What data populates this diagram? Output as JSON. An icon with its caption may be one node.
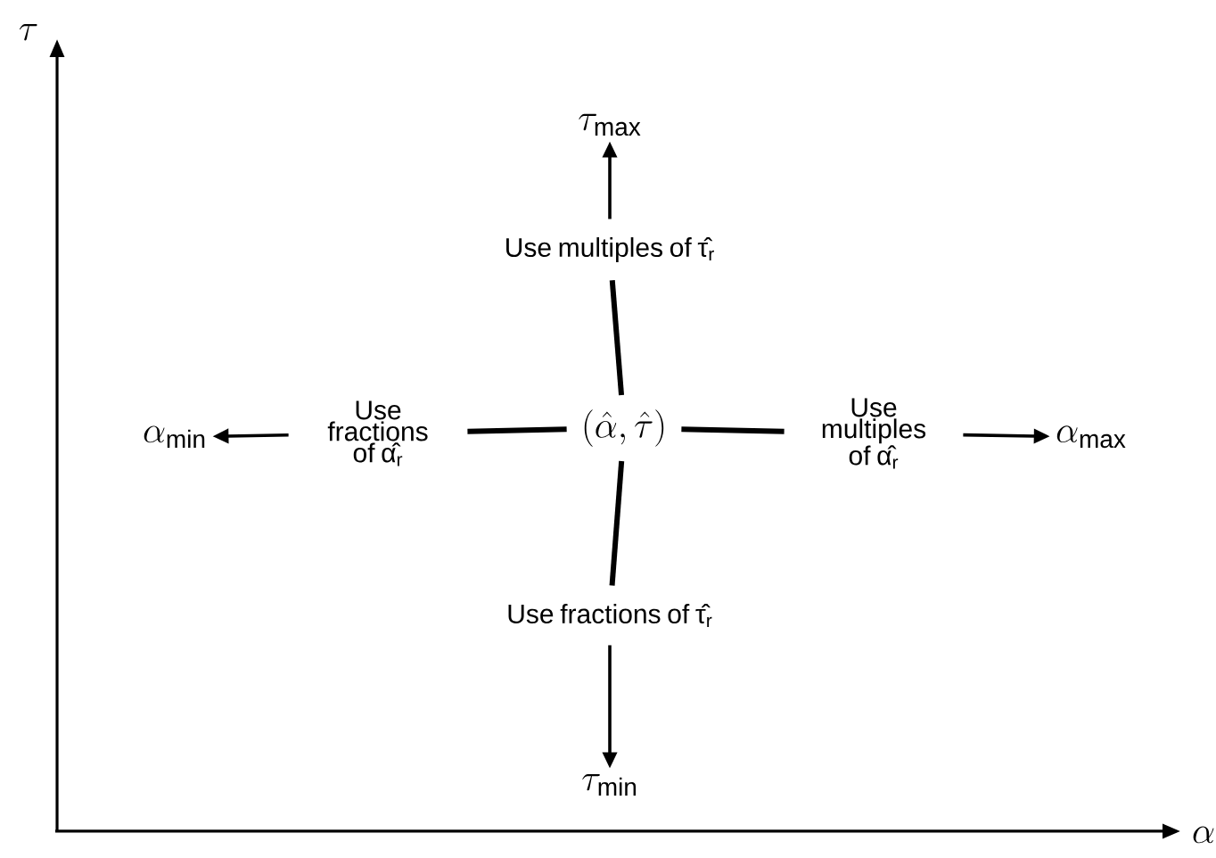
{
  "diagram": {
    "nodes": [
      {
        "text": [
          "(\\hat{\\alpha},\\hat{\\tau})"
        ]
      },
      {
        "text": [
          "Use multiples of τ̂$_{r}$"
        ]
      },
      {
        "text": [
          "\\tau_{\\max}"
        ]
      },
      {
        "text": [
          "Use fractions of α̂$_{r}$"
        ]
      },
      {
        "text": [
          "\\alpha_{\\min}"
        ]
      },
      {
        "text": [
          "Use multiples of α̂$_{r}$"
        ]
      },
      {
        "text": [
          "\\alpha_{\\max}"
        ]
      },
      {
        "text": [
          "Use fractions of τ̂$_{r}$"
        ]
      },
      {
        "text": [
          "\\tau_{\\min}"
        ]
      }
    ],
    "edges": [
      {
        "from": 0,
        "to": 1,
        "arrow": "none"
      },
      {
        "from": 1,
        "to": 2,
        "arrow": "to"
      },
      {
        "from": 0,
        "to": 3,
        "arrow": "none"
      },
      {
        "from": 3,
        "to": 4,
        "arrow": "to"
      },
      {
        "from": 0,
        "to": 5,
        "arrow": "none"
      },
      {
        "from": 5,
        "to": 6,
        "arrow": "to"
      },
      {
        "from": 0,
        "to": 7,
        "arrow": "none"
      },
      {
        "from": 7,
        "to": 8,
        "arrow": "to"
      }
    ],
    "labels": [
      "\\tau",
      "\\alpha"
    ]
  }
}
